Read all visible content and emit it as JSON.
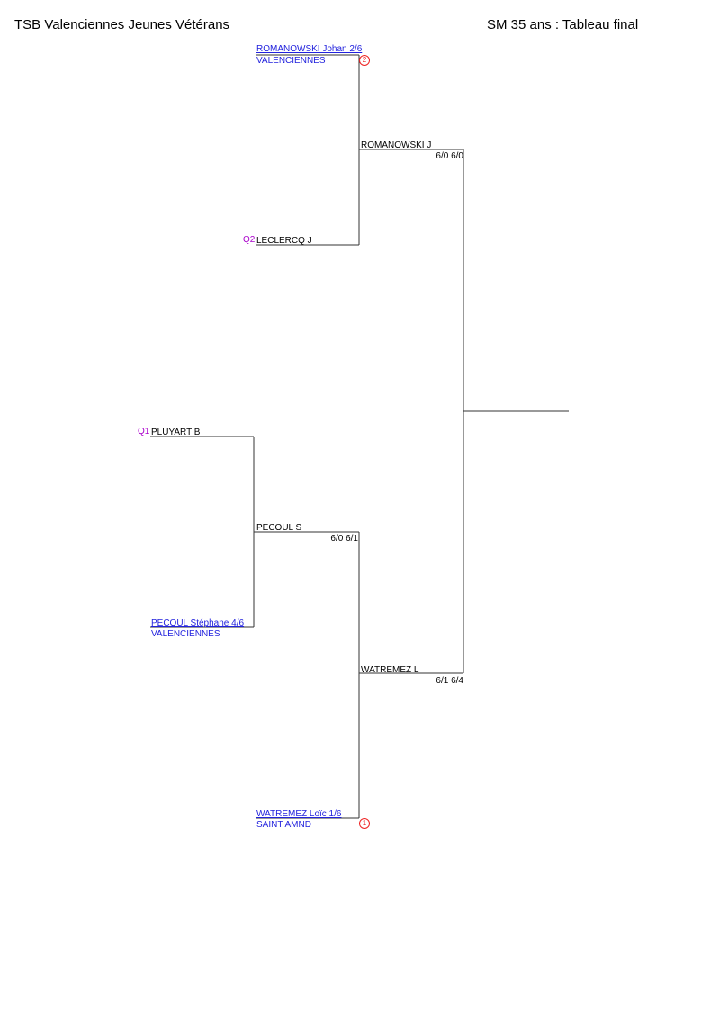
{
  "header": {
    "club": "TSB Valenciennes Jeunes Vétérans",
    "event": "SM 35 ans : Tableau final"
  },
  "players": {
    "romanowski": {
      "name": "ROMANOWSKI Johan 2/6",
      "club": "VALENCIENNES",
      "seed": "2"
    },
    "leclercq": {
      "qualifier": "Q2",
      "name": "LECLERCQ J"
    },
    "pluyart": {
      "qualifier": "Q1",
      "name": "PLUYART B"
    },
    "pecoul": {
      "name": "PECOUL Stéphane 4/6",
      "club": "VALENCIENNES"
    },
    "watremez": {
      "name": "WATREMEZ Loïc 1/6",
      "club": "SAINT AMND",
      "seed": "1"
    }
  },
  "results": {
    "r1_winner": "PECOUL S",
    "r1_score": "6/0 6/1",
    "sf1_winner": "ROMANOWSKI J",
    "sf1_score": "6/0 6/0",
    "sf2_winner": "WATREMEZ L",
    "sf2_score": "6/1 6/4"
  }
}
